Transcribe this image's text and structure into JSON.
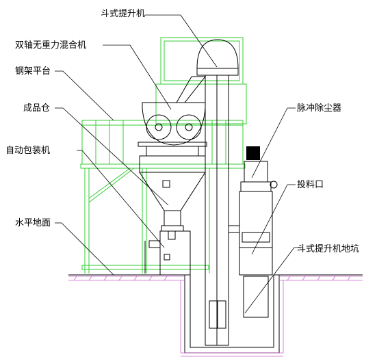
{
  "labels": {
    "bucket_elevator": "斗式提升机",
    "mixer": "双轴无重力混合机",
    "steel_platform": "钢架平台",
    "product_bin": "成品仓",
    "packing_machine": "自动包装机",
    "ground": "水平地面",
    "dust_collector": "脉冲除尘器",
    "feed_port": "投料口",
    "elevator_pit": "斗式提升机地坑"
  },
  "colors": {
    "structure_green": "#33cc33",
    "equipment_black": "#000000",
    "ground_hatch": "#cc66cc"
  }
}
